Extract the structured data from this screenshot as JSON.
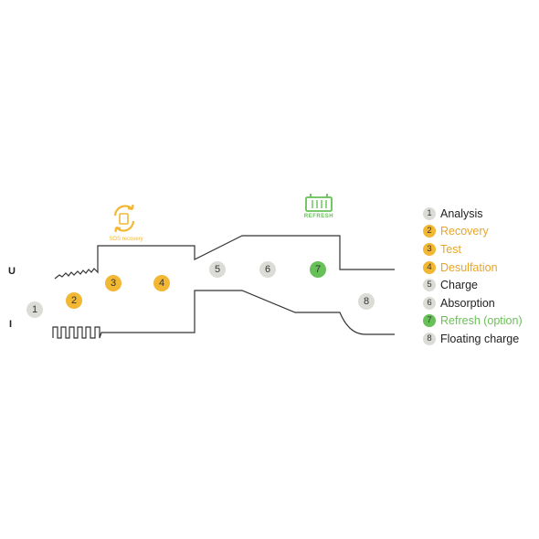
{
  "axes": {
    "voltage": "U",
    "current": "I"
  },
  "icons": {
    "sos": {
      "name": "sos-recovery-icon",
      "label": "SOS recovery",
      "color": "#f2b733"
    },
    "refresh": {
      "name": "battery-refresh-icon",
      "label": "REFRESH",
      "color": "#67c058"
    }
  },
  "colors": {
    "line": "#333333",
    "gray": "#dcdcd7",
    "orange": "#f2b733",
    "green": "#67c058",
    "text_dark": "#222222",
    "text_orange": "#e8a52a",
    "text_green": "#6cbf5a"
  },
  "stages": [
    {
      "number": "1",
      "label": "Analysis",
      "color": "gray"
    },
    {
      "number": "2",
      "label": "Recovery",
      "color": "orange"
    },
    {
      "number": "3",
      "label": "Test",
      "color": "orange"
    },
    {
      "number": "4",
      "label": "Desulfation",
      "color": "orange"
    },
    {
      "number": "5",
      "label": "Charge",
      "color": "gray"
    },
    {
      "number": "6",
      "label": "Absorption",
      "color": "gray"
    },
    {
      "number": "7",
      "label": "Refresh (option)",
      "color": "green"
    },
    {
      "number": "8",
      "label": "Floating charge",
      "color": "gray"
    }
  ]
}
